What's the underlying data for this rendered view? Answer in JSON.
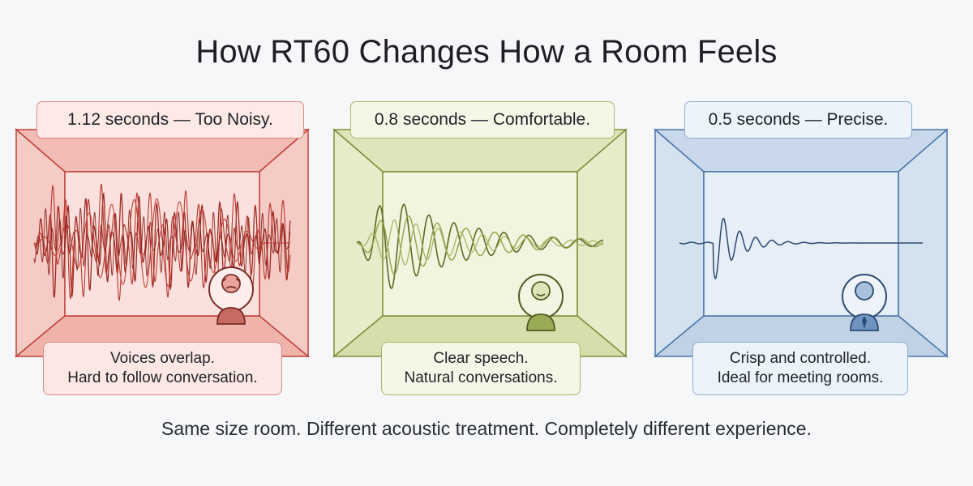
{
  "title": "How RT60 Changes How a Room Feels",
  "footer": "Same size room. Different acoustic treatment. Completely different experience.",
  "colors": {
    "red": "#c0433b",
    "green": "#7d8f3a",
    "blue": "#4a76a8"
  },
  "panels": [
    {
      "theme": "red",
      "label": "1.12 seconds — Too Noisy.",
      "line1": "Voices overlap.",
      "line2": "Hard to follow conversation.",
      "icon": "stressed-person-icon",
      "rt60_seconds": 1.12
    },
    {
      "theme": "green",
      "label": "0.8 seconds — Comfortable.",
      "line1": "Clear speech.",
      "line2": "Natural conversations.",
      "icon": "smiling-person-icon",
      "rt60_seconds": 0.8
    },
    {
      "theme": "blue",
      "label": "0.5 seconds — Precise.",
      "line1": "Crisp and controlled.",
      "line2": "Ideal for meeting rooms.",
      "icon": "businessperson-icon",
      "rt60_seconds": 0.5
    }
  ]
}
